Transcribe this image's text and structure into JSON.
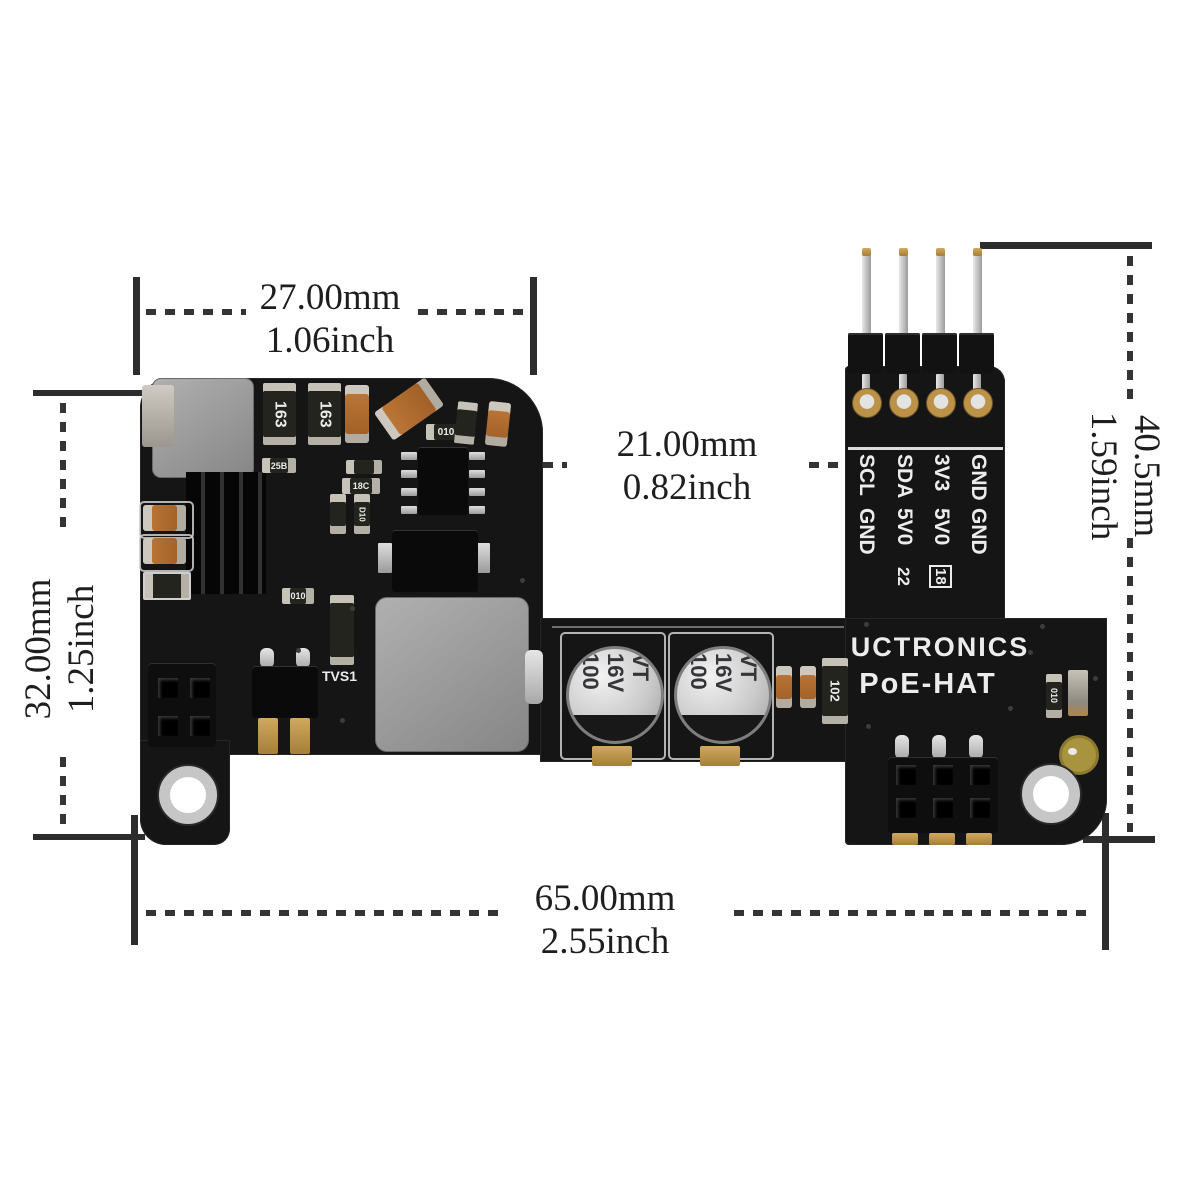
{
  "title": "UCTRONICS PoE-HAT board dimension diagram",
  "dimensions": {
    "top": {
      "mm": "27.00mm",
      "inch": "1.06inch"
    },
    "middle": {
      "mm": "21.00mm",
      "inch": "0.82inch"
    },
    "left": {
      "mm": "32.00mm",
      "inch": "1.25inch"
    },
    "right": {
      "mm": "40.5mm",
      "inch": "1.59inch"
    },
    "bottom": {
      "mm": "65.00mm",
      "inch": "2.55inch"
    }
  },
  "board": {
    "brand1": "UCTRONICS",
    "brand2": "PoE-HAT",
    "pins": [
      {
        "t": "SCL",
        "b": "GND"
      },
      {
        "t": "SDA",
        "b": "5V0"
      },
      {
        "t": "3V3",
        "b": "5V0"
      },
      {
        "t": "GND",
        "b": "GND"
      }
    ],
    "marks": {
      "a": "22",
      "b": "18"
    },
    "cap": {
      "l1": "100",
      "l2": "16V",
      "l3": "VT"
    },
    "labels": {
      "r163a": "163",
      "r163b": "163",
      "c102": "102",
      "tvs1": "TVS1",
      "d010a": "010",
      "d010b": "010",
      "d010c": "010",
      "r25b": "25B",
      "r18c": "18C",
      "d10": "D10"
    }
  },
  "colors": {
    "background": "#ffffff",
    "pcb": "#151515",
    "silkscreen": "#ececec",
    "dimension_lines": "#2d2d2d",
    "capacitor_orange": "#c07a38",
    "gold_pad": "#bb9248",
    "silver": "#c6c6c6",
    "yellow_pad": "#a8933f"
  }
}
